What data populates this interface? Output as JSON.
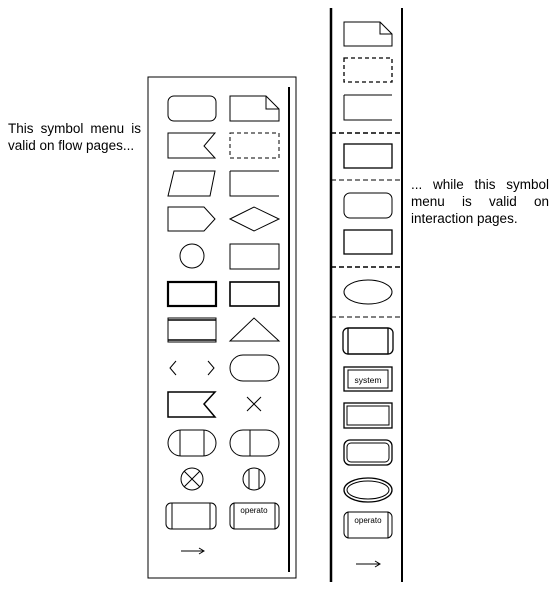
{
  "captions": {
    "left": "This symbol menu is valid on flow pages...",
    "right": "... while this symbol menu is valid on interaction pages."
  },
  "symbol_labels": {
    "operator": "operato",
    "system": "system"
  },
  "colors": {
    "stroke": "#000000",
    "background": "#ffffff"
  }
}
